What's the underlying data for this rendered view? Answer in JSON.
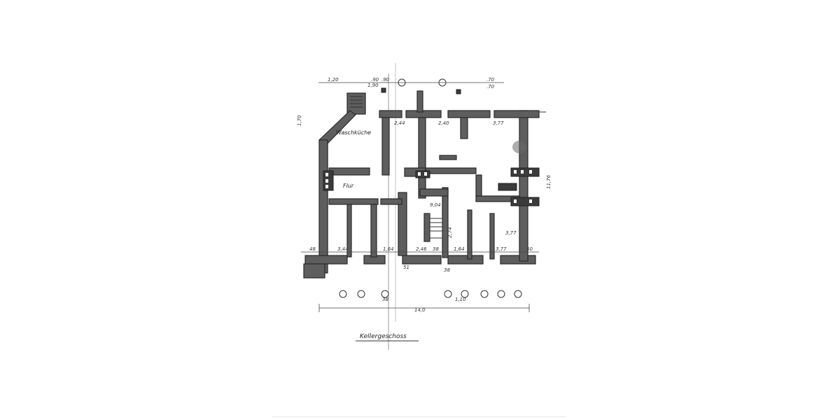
{
  "drawing": {
    "room_labels": {
      "washkitchen": "Waschküche",
      "hall": "Flur"
    },
    "title": "Kellergeschoss",
    "dimensions": {
      "overall_width": "14,0",
      "top_1": "1,20",
      "top_2": ".90",
      "top_3": ".90",
      "top_4": "1,90",
      "top_5": ".70",
      "top_6": ".70",
      "room_w1": "2,44",
      "room_w2": "2,40",
      "room_w3": "3,77",
      "left_h": "1,70",
      "bottom_1": "3,44",
      "bottom_2": "1,64",
      "bottom_3": "2,46",
      "bottom_4": "1,64",
      "bottom_5": "3,77",
      "right_h": "11,76",
      "mid_1": "9,04",
      "mid_2": "2,74",
      "mid_3": "3,77",
      "wall_1": "48",
      "wall_2": "38",
      "wall_3": "38",
      "wall_4": "51",
      "wall_5": "50",
      "foot_1": "1,10",
      "foot_2": "38"
    }
  }
}
